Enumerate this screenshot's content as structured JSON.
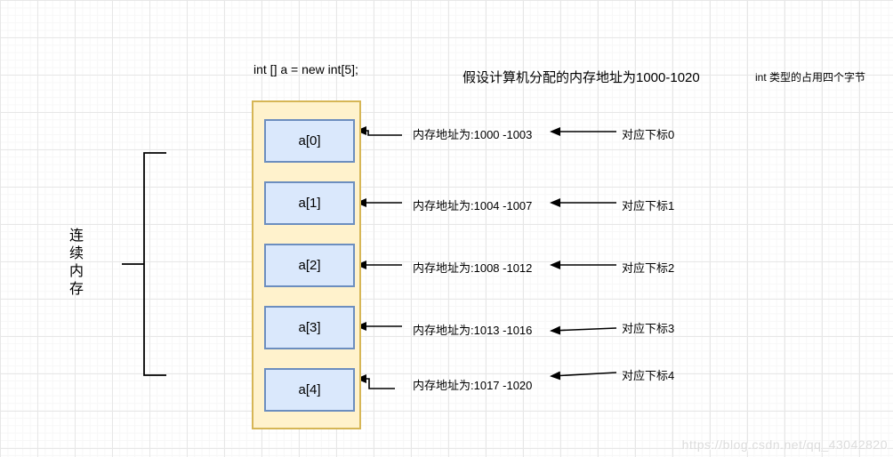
{
  "titles": {
    "code": "int [] a = new int[5];",
    "assumption": "假设计算机分配的内存地址为1000-1020",
    "note": "int 类型的占用四个字节"
  },
  "bracket_label": "连续内存",
  "rows": [
    {
      "cell": "a[0]",
      "address": "内存地址为:1000 -1003",
      "index_label": "对应下标0"
    },
    {
      "cell": "a[1]",
      "address": "内存地址为:1004 -1007",
      "index_label": "对应下标1"
    },
    {
      "cell": "a[2]",
      "address": "内存地址为:1008 -1012",
      "index_label": "对应下标2"
    },
    {
      "cell": "a[3]",
      "address": "内存地址为:1013 -1016",
      "index_label": "对应下标3"
    },
    {
      "cell": "a[4]",
      "address": "内存地址为:1017 -1020",
      "index_label": "对应下标4"
    }
  ],
  "watermark": "https://blog.csdn.net/qq_43042820",
  "colors": {
    "container_fill": "#FFF2CC",
    "container_border": "#D6B656",
    "cell_fill": "#DAE8FC",
    "cell_border": "#6C8EBF",
    "arrow": "#000000"
  }
}
